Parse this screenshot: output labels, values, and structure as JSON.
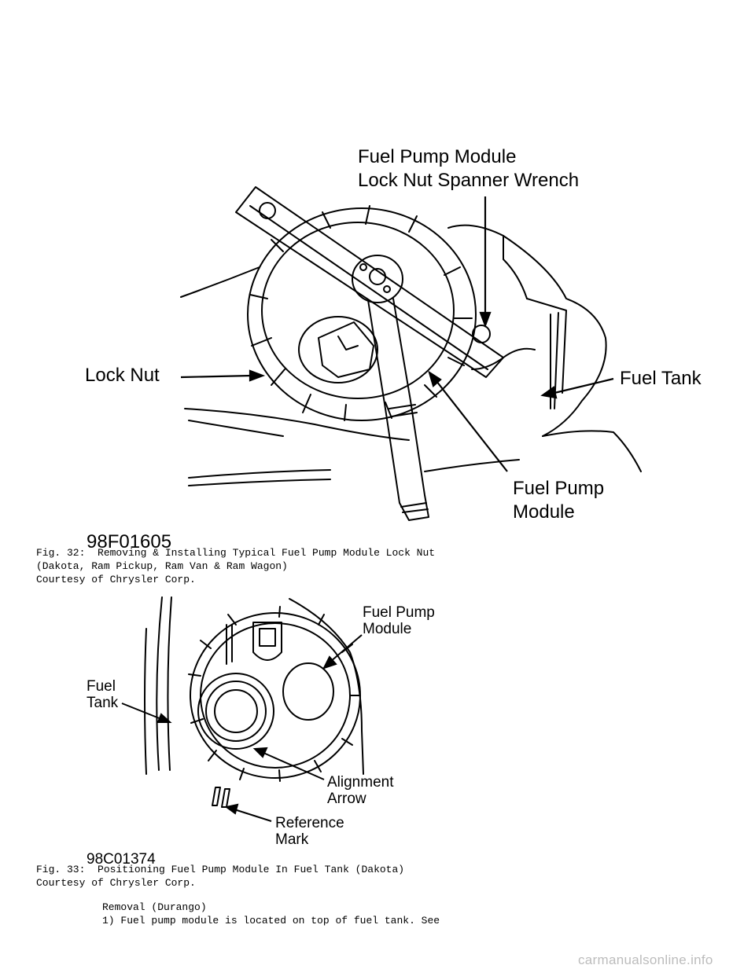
{
  "figure1": {
    "labels": {
      "wrench_line1": "Fuel Pump Module",
      "wrench_line2": "Lock Nut Spanner Wrench",
      "lock_nut": "Lock Nut",
      "fuel_tank": "Fuel Tank",
      "module_line1": "Fuel Pump",
      "module_line2": "Module"
    },
    "code": "98F01605",
    "caption": [
      "Fig. 32:  Removing & Installing Typical Fuel Pump Module Lock Nut",
      "(Dakota, Ram Pickup, Ram Van & Ram Wagon)",
      "Courtesy of Chrysler Corp."
    ]
  },
  "figure2": {
    "labels": {
      "module_line1": "Fuel Pump",
      "module_line2": "Module",
      "tank_line1": "Fuel",
      "tank_line2": "Tank",
      "arrow_line1": "Alignment",
      "arrow_line2": "Arrow",
      "ref_line1": "Reference",
      "ref_line2": "Mark"
    },
    "code": "98C01374",
    "caption": [
      "Fig. 33:  Positioning Fuel Pump Module In Fuel Tank (Dakota)",
      "Courtesy of Chrysler Corp."
    ]
  },
  "body": {
    "heading": "Removal (Durango)",
    "line1": "1) Fuel pump module is located on top of fuel tank. See"
  },
  "footer": {
    "watermark": "carmanualsonline.info"
  }
}
